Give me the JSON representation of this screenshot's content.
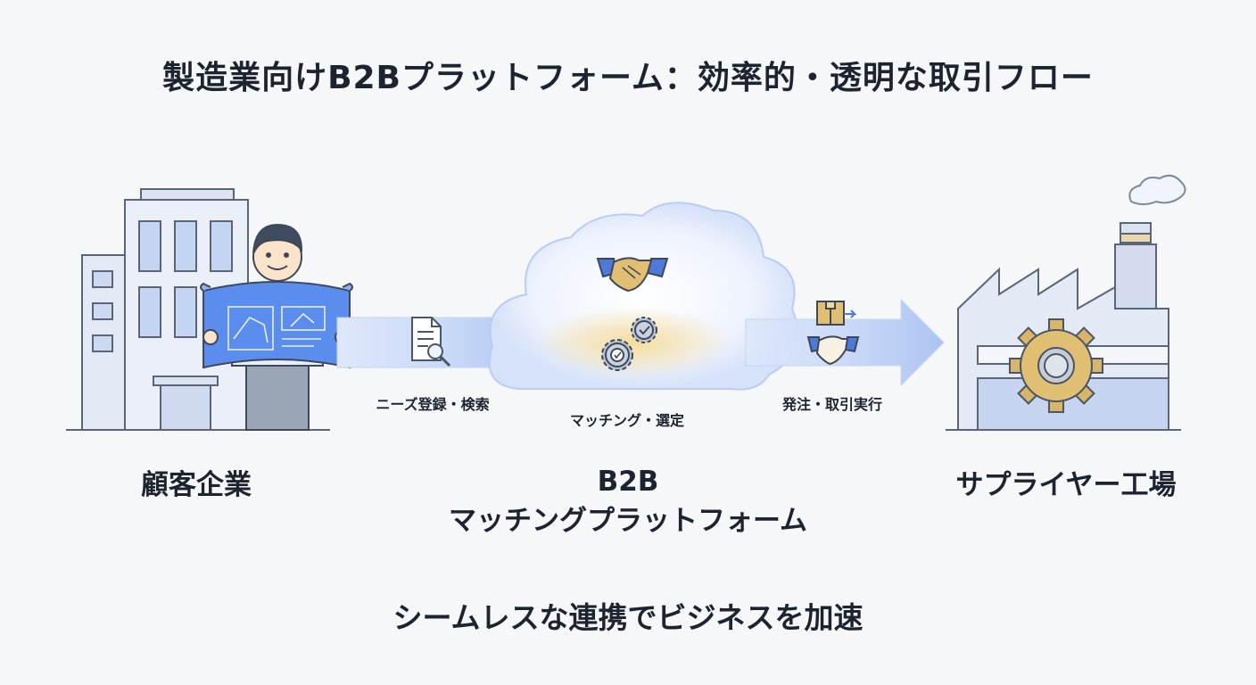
{
  "title": "製造業向けB2Bプラットフォーム：効率的・透明な取引フロー",
  "nodes": {
    "customer": "顧客企業",
    "platform_line1": "B2B",
    "platform_line2": "マッチングプラットフォーム",
    "supplier": "サプライヤー工場"
  },
  "steps": {
    "step1": "ニーズ登録・検索",
    "step2": "マッチング・選定",
    "step3": "発注・取引実行"
  },
  "footer": "シームレスな連携でビジネスを加速",
  "icons": [
    "office-building-icon",
    "person-with-blueprint-icon",
    "document-search-icon",
    "handshake-icon",
    "gears-check-icon",
    "package-icon",
    "factory-icon",
    "gear-icon",
    "smoke-icon"
  ],
  "colors": {
    "accent_blue": "#5b8def",
    "gold": "#e0bf73",
    "outline": "#4a5566",
    "light_blue": "#dbe6fb"
  }
}
